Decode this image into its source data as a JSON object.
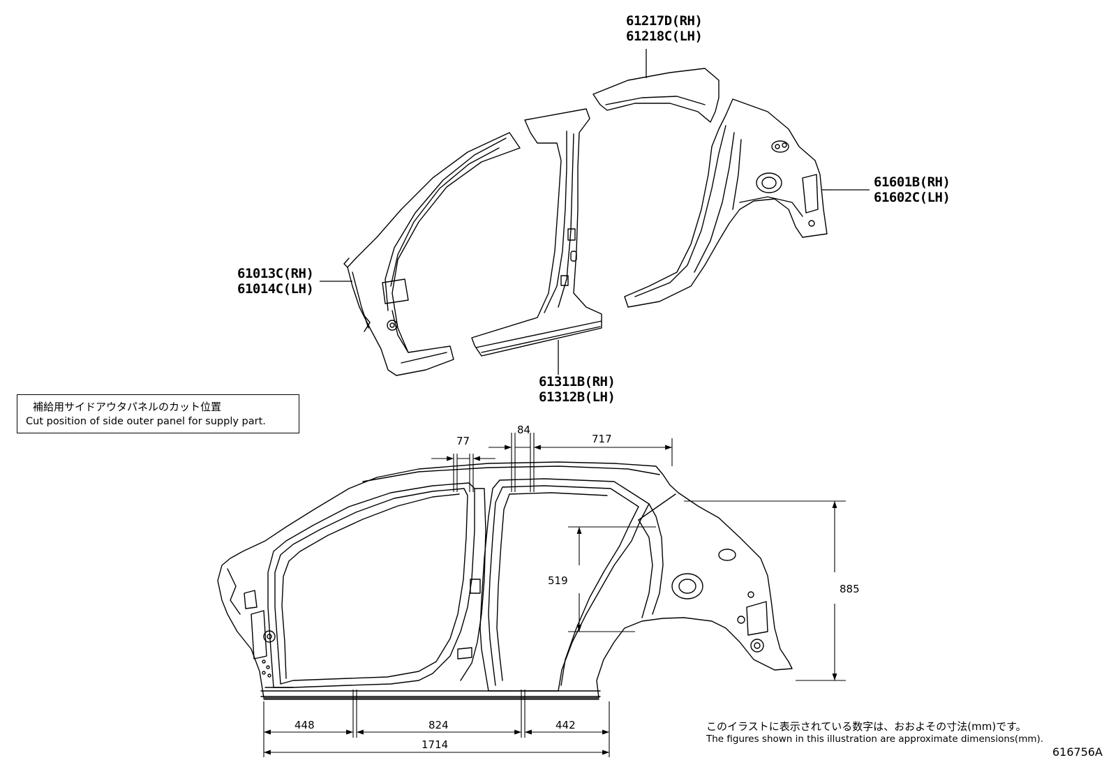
{
  "parts": {
    "roof_rail": [
      "61217D(RH)",
      "61218C(LH)"
    ],
    "quarter_panel": [
      "61601B(RH)",
      "61602C(LH)"
    ],
    "front_pillar": [
      "61013C(RH)",
      "61014C(LH)"
    ],
    "center_pillar": [
      "61311B(RH)",
      "61312B(LH)"
    ]
  },
  "cut_box": {
    "jp": "補給用サイドアウタパネルのカット位置",
    "en": "Cut position of side outer panel for supply part."
  },
  "dimensions": {
    "d77": "77",
    "d84": "84",
    "d717": "717",
    "d519": "519",
    "d885": "885",
    "d448": "448",
    "d824": "824",
    "d442": "442",
    "d1714": "1714"
  },
  "note": {
    "jp": "このイラストに表示されている数字は、おおよその寸法(mm)です。",
    "en": "The figures shown in this illustration are approximate dimensions(mm)."
  },
  "figure_id": "616756A"
}
